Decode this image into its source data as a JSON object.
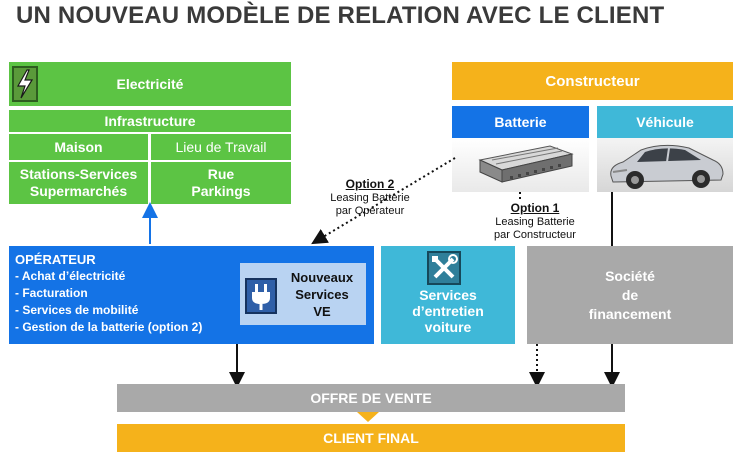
{
  "title": "UN NOUVEAU MODÈLE DE RELATION AVEC LE CLIENT",
  "electricite": {
    "header": "Electricité",
    "infrastructure": "Infrastructure",
    "maison": "Maison",
    "lieu_travail": "Lieu de Travail",
    "stations_l1": "Stations-Services",
    "stations_l2": "Supermarchés",
    "rue_l1": "Rue",
    "rue_l2": "Parkings"
  },
  "constructeur": {
    "header": "Constructeur",
    "batterie": "Batterie",
    "vehicule": "Véhicule"
  },
  "option2": {
    "label": "Option 2",
    "line1": "Leasing Batterie",
    "line2": "par Opérateur"
  },
  "option1": {
    "label": "Option 1",
    "line1": "Leasing Batterie",
    "line2": "par Constructeur"
  },
  "operateur": {
    "title": "OPÉRATEUR",
    "items": [
      "- Achat d’électricité",
      "- Facturation",
      "- Services de mobilité",
      "- Gestion de la batterie (option 2)"
    ],
    "services_l1": "Nouveaux",
    "services_l2": "Services",
    "services_l3": "VE"
  },
  "entretien": {
    "l1": "Services",
    "l2": "d’entretien",
    "l3": "voiture"
  },
  "financement": {
    "l1": "Société",
    "l2": "de",
    "l3": "financement"
  },
  "offre": "OFFRE DE VENTE",
  "client": "CLIENT FINAL",
  "colors": {
    "green": "#5cc444",
    "orange": "#f5b21b",
    "blue": "#1473e6",
    "teal": "#3fb8d8",
    "gray": "#a9a9a9"
  }
}
